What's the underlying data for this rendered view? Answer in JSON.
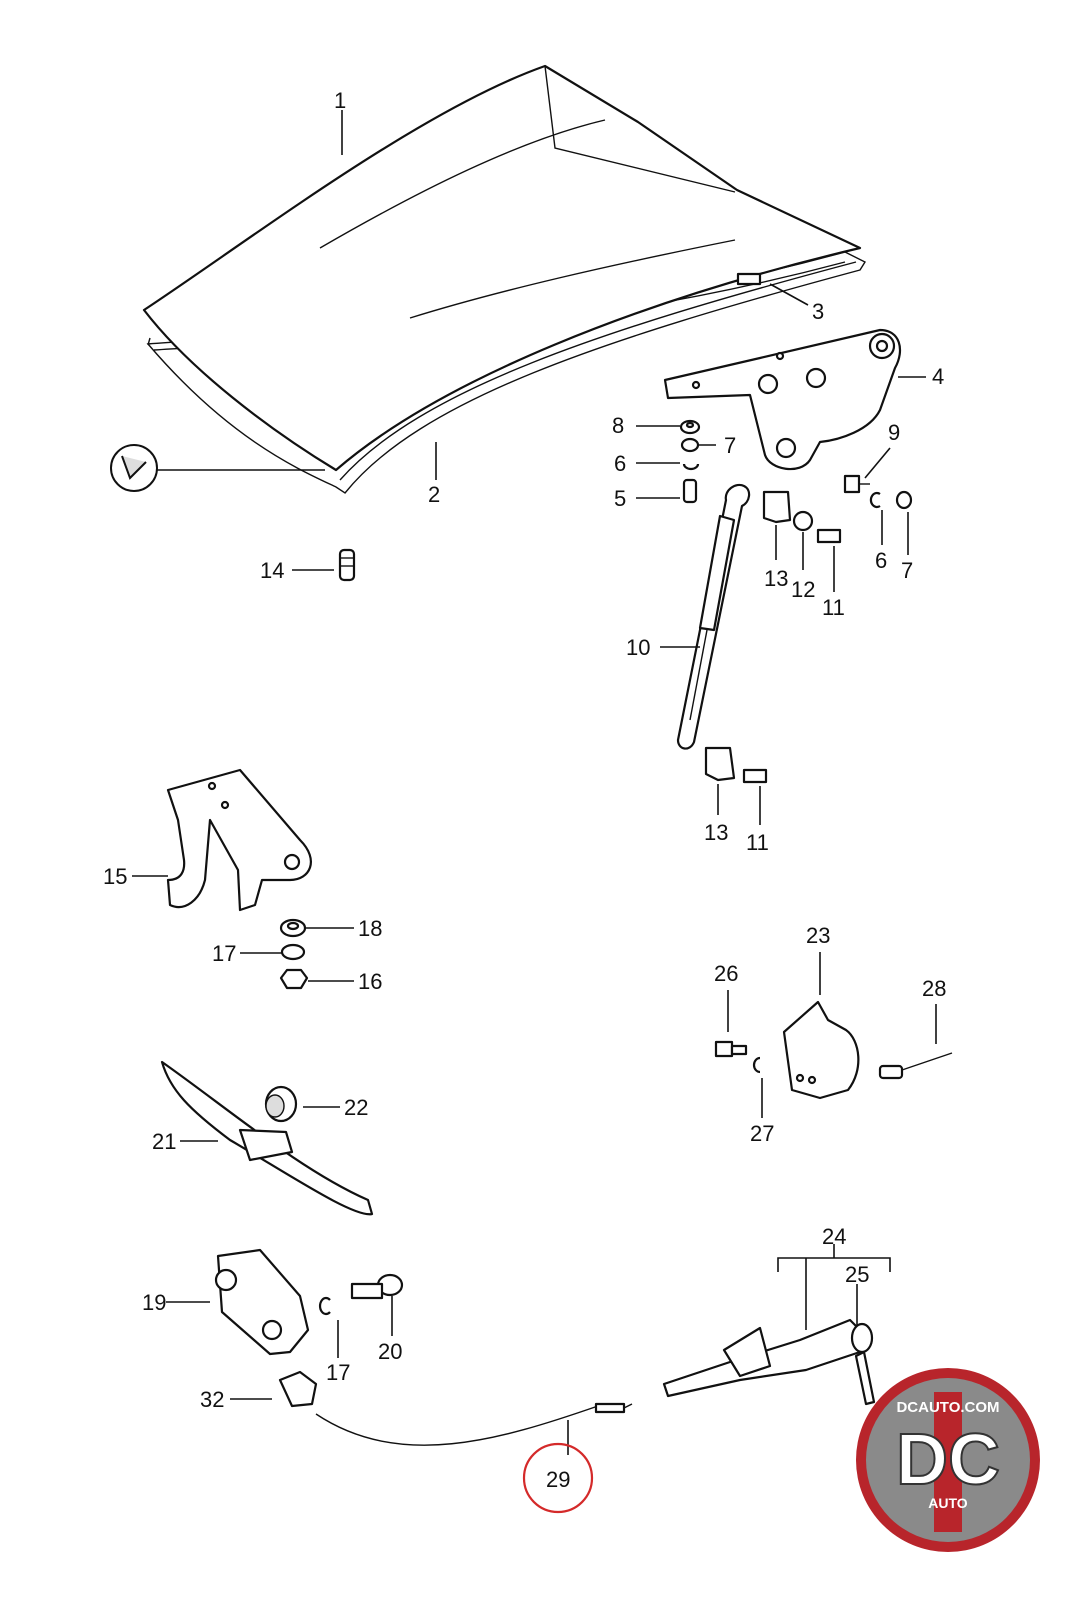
{
  "labels": {
    "p1": "1",
    "p2": "2",
    "p3": "3",
    "p4": "4",
    "p5": "5",
    "p6a": "6",
    "p6b": "6",
    "p7a": "7",
    "p7b": "7",
    "p8": "8",
    "p9": "9",
    "p10": "10",
    "p11a": "11",
    "p11b": "11",
    "p12": "12",
    "p13a": "13",
    "p13b": "13",
    "p14": "14",
    "p15": "15",
    "p16": "16",
    "p17a": "17",
    "p17b": "17",
    "p18": "18",
    "p19": "19",
    "p20": "20",
    "p21": "21",
    "p22": "22",
    "p23": "23",
    "p24": "24",
    "p25": "25",
    "p26": "26",
    "p27": "27",
    "p28": "28",
    "p29": "29",
    "p32": "32"
  },
  "watermark": {
    "site": "DCAUTO.COM",
    "initials": "DC",
    "word": "AUTO"
  },
  "colors": {
    "highlight_circle": "#d42a2a",
    "logo_red": "#b8252b",
    "logo_gray": "#8a8a8a"
  }
}
